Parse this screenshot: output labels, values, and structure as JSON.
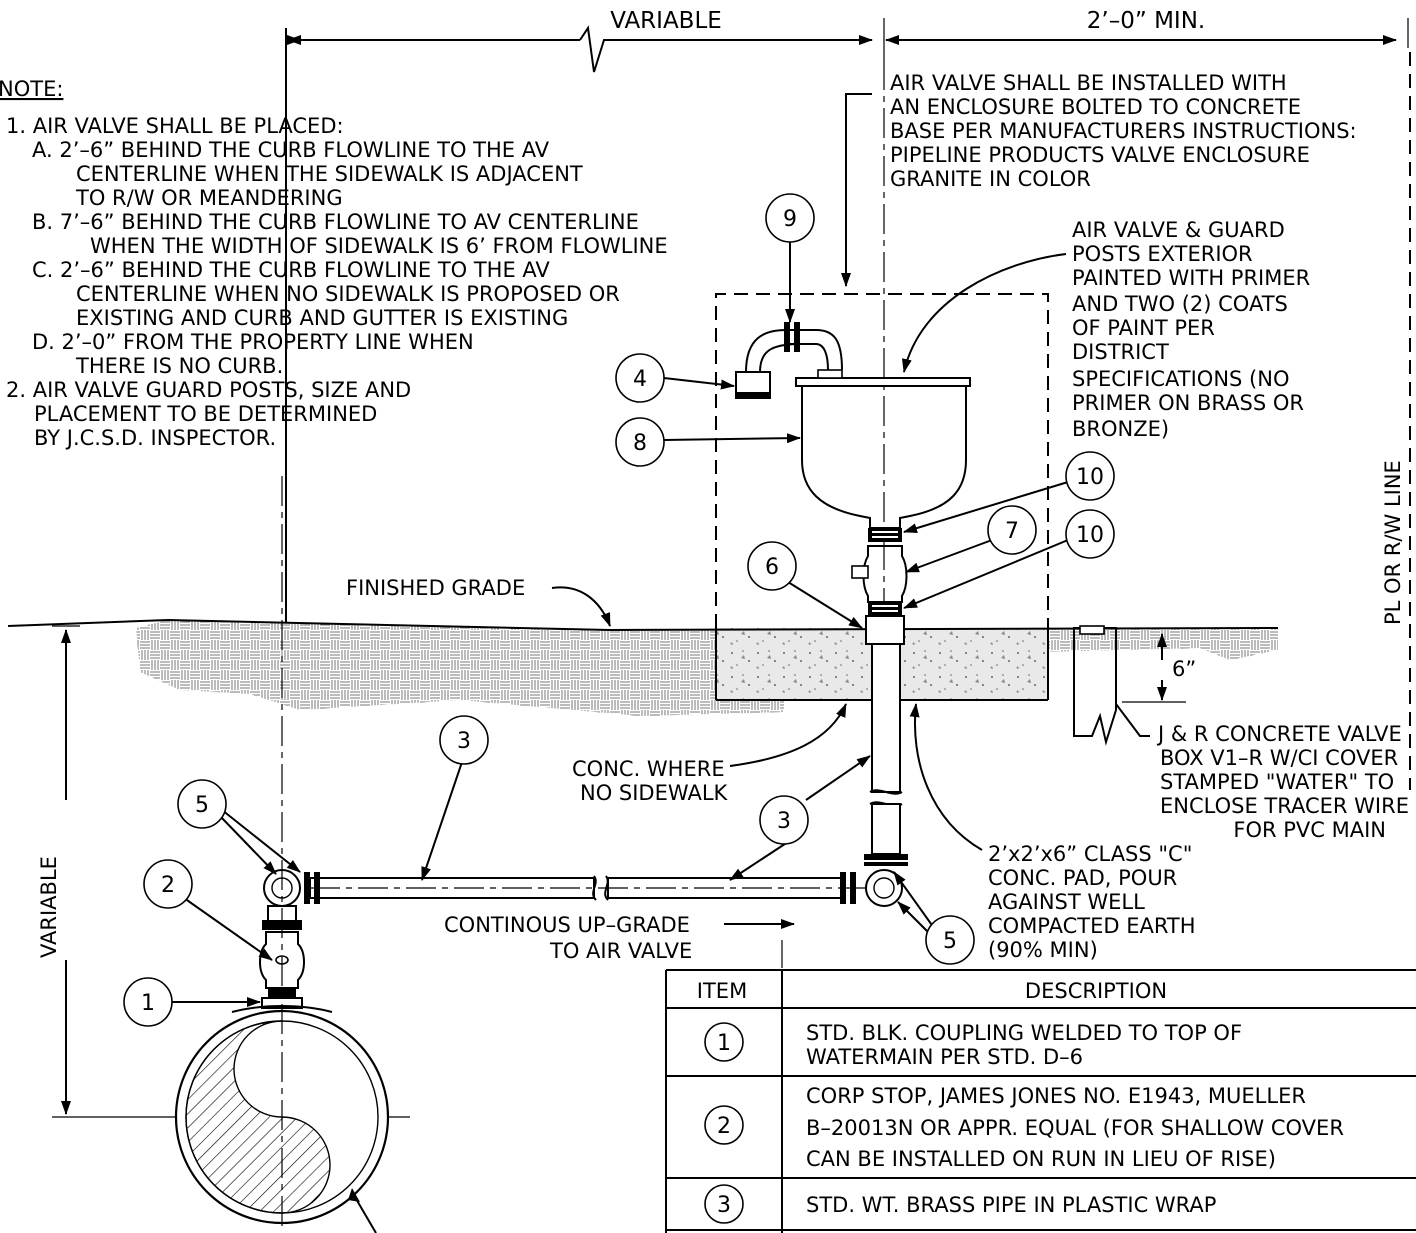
{
  "dimensions": {
    "top_left": "VARIABLE",
    "top_right": "2’–0” MIN.",
    "left_vertical": "VARIABLE",
    "right_small": "6”",
    "property_line": "PL OR R/W LINE"
  },
  "note": {
    "heading": "NOTE:",
    "lines": [
      "1. AIR VALVE SHALL BE PLACED:",
      "A. 2’–6” BEHIND THE CURB FLOWLINE TO THE AV",
      "CENTERLINE WHEN THE SIDEWALK IS ADJACENT",
      "TO R/W OR MEANDERING",
      "B. 7’–6” BEHIND THE CURB FLOWLINE TO AV CENTERLINE",
      "WHEN THE WIDTH OF SIDEWALK IS 6’ FROM FLOWLINE",
      "C. 2’–6” BEHIND THE CURB FLOWLINE TO THE AV",
      "CENTERLINE WHEN NO SIDEWALK IS PROPOSED OR",
      "EXISTING AND CURB AND GUTTER IS EXISTING",
      "D. 2’–0” FROM THE PROPERTY LINE WHEN",
      "THERE IS NO CURB.",
      "2. AIR VALVE GUARD POSTS, SIZE AND",
      "PLACEMENT TO BE DETERMINED",
      "BY J.C.S.D. INSPECTOR."
    ]
  },
  "callouts": {
    "enclosure": [
      "AIR VALVE SHALL BE INSTALLED WITH",
      "AN ENCLOSURE BOLTED TO CONCRETE",
      "BASE PER MANUFACTURERS INSTRUCTIONS:",
      "PIPELINE PRODUCTS VALVE ENCLOSURE",
      "GRANITE IN COLOR"
    ],
    "paint": [
      "AIR VALVE & GUARD",
      "POSTS EXTERIOR",
      "PAINTED WITH PRIMER",
      "AND TWO (2) COATS",
      "OF PAINT PER",
      "DISTRICT",
      "SPECIFICATIONS (NO",
      "PRIMER ON BRASS OR",
      "BRONZE)"
    ],
    "finished_grade": "FINISHED GRADE",
    "conc_where": [
      "CONC. WHERE",
      "NO SIDEWALK"
    ],
    "valve_box": [
      "J & R CONCRETE VALVE",
      "BOX V1–R W/CI COVER",
      "STAMPED \"WATER\" TO",
      "ENCLOSE TRACER WIRE",
      "FOR PVC MAIN"
    ],
    "pad": [
      "2’x2’x6” CLASS \"C\"",
      "CONC. PAD, POUR",
      "AGAINST WELL",
      "COMPACTED EARTH",
      "(90% MIN)"
    ],
    "upgrade": [
      "CONTINOUS UP–GRADE",
      "TO AIR VALVE"
    ]
  },
  "bubbles": {
    "b1": "1",
    "b2": "2",
    "b3": "3",
    "b4": "4",
    "b5": "5",
    "b6": "6",
    "b7": "7",
    "b8": "8",
    "b9": "9",
    "b10": "10"
  },
  "table": {
    "headers": {
      "item": "ITEM",
      "description": "DESCRIPTION"
    },
    "rows": [
      {
        "item": "1",
        "lines": [
          "STD. BLK. COUPLING WELDED TO TOP OF",
          "WATERMAIN PER STD. D–6"
        ]
      },
      {
        "item": "2",
        "lines": [
          "CORP STOP, JAMES JONES NO. E1943, MUELLER",
          "B–20013N OR APPR. EQUAL (FOR SHALLOW COVER",
          "CAN BE INSTALLED ON RUN IN LIEU OF RISE)"
        ]
      },
      {
        "item": "3",
        "lines": [
          "STD. WT. BRASS PIPE IN PLASTIC WRAP"
        ]
      }
    ]
  }
}
